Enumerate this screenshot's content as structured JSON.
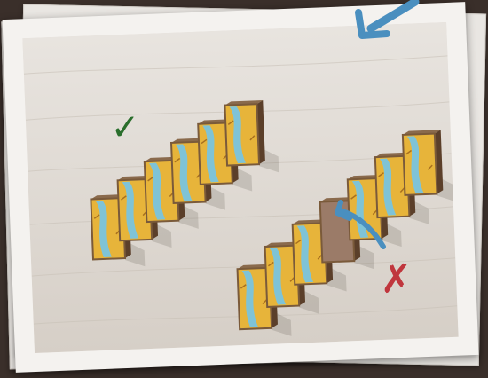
{
  "scene": {
    "marks": {
      "correct_mark": "✓",
      "wrong_mark": "✗"
    },
    "colors": {
      "correct": "#2a6e2c",
      "wrong": "#c0363d",
      "arrow": "#4a8fbf",
      "tile_frame": "#7a5a3a",
      "tile_gold": "#e7b43a",
      "tile_water": "#7fc3d6",
      "odd_tile": "#9b7b68"
    },
    "top_row": {
      "tile_count": 6,
      "verdict": "correct"
    },
    "bottom_row": {
      "tile_count": 7,
      "odd_tile_index": 3,
      "verdict": "wrong"
    }
  }
}
